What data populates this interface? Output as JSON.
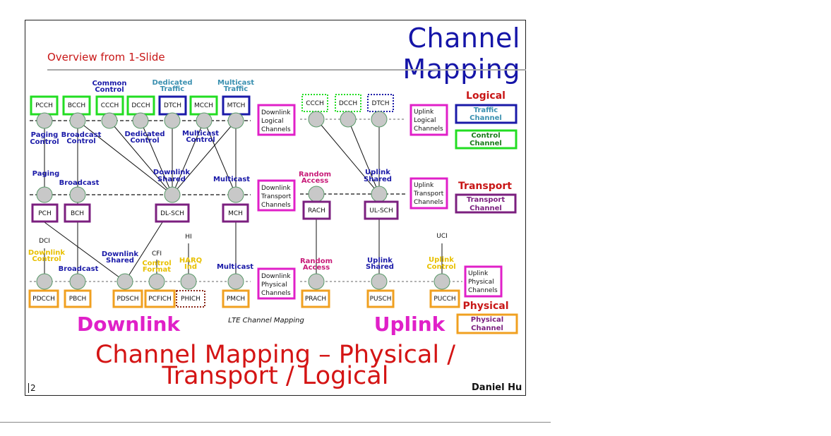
{
  "slide": {
    "title": "Channel Mapping",
    "subtitle": "Overview from 1-Slide",
    "caption_line1": "Channel Mapping – Physical /",
    "caption_line2": "Transport / Logical",
    "author": "Daniel Hu",
    "page_number": "2"
  },
  "colors": {
    "logical_control": "#22dd22",
    "logical_traffic": "#1a1aa8",
    "transport": "#7b1f7f",
    "physical": "#f0a020",
    "descriptor": "#e020c8",
    "section_red": "#c81616",
    "blue_label": "#1a1aa8",
    "teal_label": "#3a90b0",
    "yellow_label": "#e8c000",
    "magenta_label": "#c81a78",
    "node_fill": "#c8c8c8",
    "node_stroke": "#5a9a6a"
  },
  "diagram": {
    "caption": "LTE Channel Mapping",
    "downlink_label": "Downlink",
    "uplink_label": "Uplink",
    "dl_logical": [
      "PCCH",
      "BCCH",
      "CCCH",
      "DCCH",
      "DTCH",
      "MCCH",
      "MTCH"
    ],
    "dl_logical_top": [
      "Common",
      "Control",
      "Dedicated",
      "Traffic",
      "Multicast",
      "Traffic"
    ],
    "dl_logical_bottom": [
      "Paging",
      "Control",
      "Broadcast",
      "Control",
      "Dedicated",
      "Control",
      "Multicast",
      "Control"
    ],
    "dl_transport": [
      "PCH",
      "BCH",
      "DL-SCH",
      "MCH"
    ],
    "dl_transport_top": [
      "Paging",
      "Broadcast",
      "Downlink",
      "Shared",
      "Multicast"
    ],
    "dl_physical": [
      "PDCCH",
      "PBCH",
      "PDSCH",
      "PCFICH",
      "PHICH",
      "PMCH"
    ],
    "dl_physical_top": [
      "DCI",
      "Downlink",
      "Control",
      "Broadcast",
      "Downlink",
      "Shared",
      "CFI",
      "Control",
      "Format",
      "HI",
      "HARQ",
      "Ind",
      "Multicast"
    ],
    "descriptors": {
      "dl_logical": [
        "Downlink",
        "Logical",
        "Channels"
      ],
      "dl_transport": [
        "Downlink",
        "Transport",
        "Channels"
      ],
      "dl_physical": [
        "Downlink",
        "Physical",
        "Channels"
      ],
      "ul_logical": [
        "Uplink",
        "Logical",
        "Channels"
      ],
      "ul_transport": [
        "Uplink",
        "Transport",
        "Channels"
      ],
      "ul_physical": [
        "Uplink",
        "Physical",
        "Channels"
      ]
    },
    "ul_logical": [
      "CCCH",
      "DCCH",
      "DTCH"
    ],
    "ul_transport": [
      "RACH",
      "UL-SCH"
    ],
    "ul_transport_top": [
      "Random",
      "Access",
      "Uplink",
      "Shared"
    ],
    "ul_physical": [
      "PRACH",
      "PUSCH",
      "PUCCH"
    ],
    "ul_physical_top": [
      "Random",
      "Access",
      "Uplink",
      "Shared",
      "UCI",
      "Uplink",
      "Control"
    ],
    "legend": {
      "logical_heading": "Logical",
      "traffic_line1": "Traffic",
      "traffic_line2": "Channel",
      "control_line1": "Control",
      "control_line2": "Channel",
      "transport_heading": "Transport",
      "transport_line1": "Transport",
      "transport_line2": "Channel",
      "physical_heading": "Physical",
      "physical_line1": "Physical",
      "physical_line2": "Channel"
    }
  }
}
